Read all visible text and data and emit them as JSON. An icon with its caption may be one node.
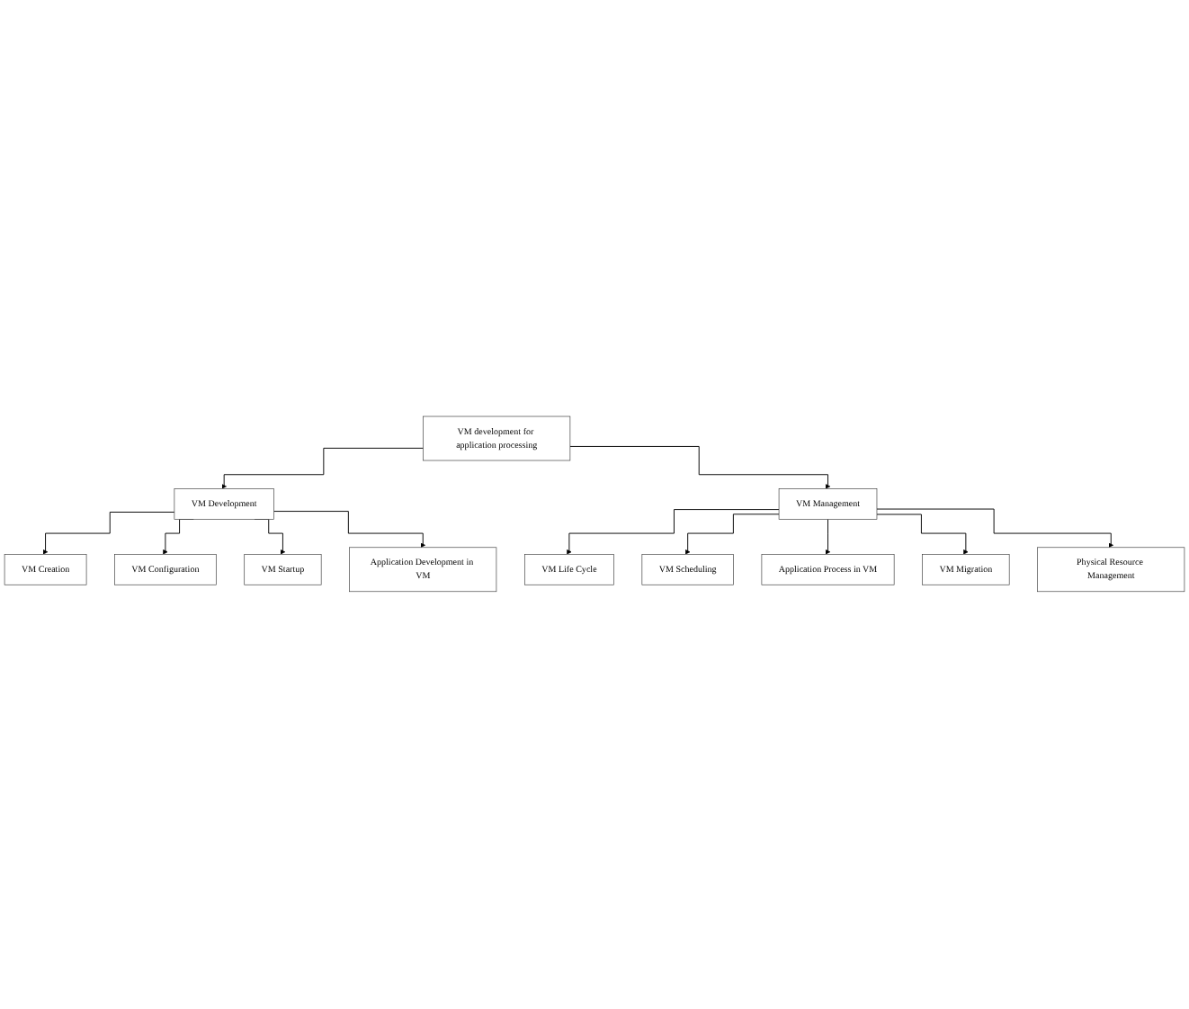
{
  "diagram": {
    "nodes": [
      {
        "text": [
          "VM development for application processing"
        ]
      },
      {
        "text": [
          "VM Development"
        ]
      },
      {
        "text": [
          "VM Management"
        ]
      },
      {
        "text": [
          "VM Creation"
        ]
      },
      {
        "text": [
          "VM Configuration"
        ]
      },
      {
        "text": [
          "VM Startup"
        ]
      },
      {
        "text": [
          "Application Development in VM"
        ]
      },
      {
        "text": [
          "VM Life Cycle"
        ]
      },
      {
        "text": [
          "VM Scheduling"
        ]
      },
      {
        "text": [
          "Application Process in VM"
        ]
      },
      {
        "text": [
          "VM Migration"
        ]
      },
      {
        "text": [
          "Physical Resource Management"
        ]
      }
    ],
    "edges": [
      {
        "from": 0,
        "to": 1,
        "arrow": "to"
      },
      {
        "from": 0,
        "to": 2,
        "arrow": "to"
      },
      {
        "from": 1,
        "to": 3,
        "arrow": "to"
      },
      {
        "from": 1,
        "to": 4,
        "arrow": "to"
      },
      {
        "from": 1,
        "to": 5,
        "arrow": "to"
      },
      {
        "from": 1,
        "to": 6,
        "arrow": "to"
      },
      {
        "from": 2,
        "to": 7,
        "arrow": "to"
      },
      {
        "from": 2,
        "to": 8,
        "arrow": "to"
      },
      {
        "from": 2,
        "to": 9,
        "arrow": "to"
      },
      {
        "from": 2,
        "to": 10,
        "arrow": "to"
      },
      {
        "from": 2,
        "to": 11,
        "arrow": "to"
      }
    ]
  }
}
